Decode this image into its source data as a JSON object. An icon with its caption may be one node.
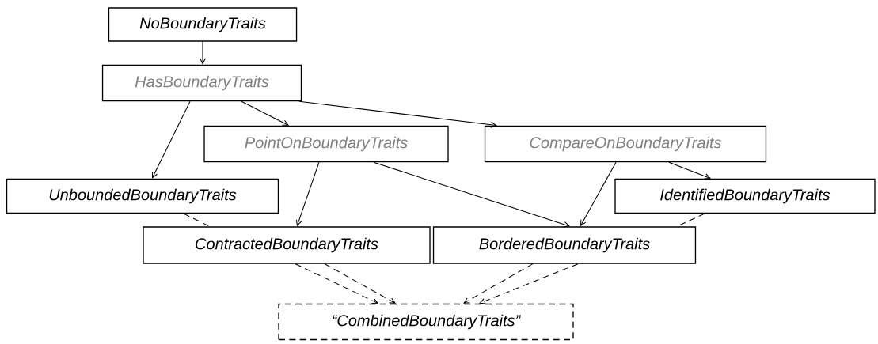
{
  "diagram": {
    "nodes": [
      {
        "text": [
          "NoBoundaryTraits"
        ]
      },
      {
        "text": [
          "HasBoundaryTraits"
        ]
      },
      {
        "text": [
          "PointOnBoundaryTraits"
        ]
      },
      {
        "text": [
          "CompareOnBoundaryTraits"
        ]
      },
      {
        "text": [
          "UnboundedBoundaryTraits"
        ]
      },
      {
        "text": [
          "IdentifiedBoundaryTraits"
        ]
      },
      {
        "text": [
          "ContractedBoundaryTraits"
        ]
      },
      {
        "text": [
          "BorderedBoundaryTraits"
        ]
      },
      {
        "text": [
          "“CombinedBoundaryTraits”"
        ]
      }
    ],
    "edges": [
      {
        "from": 0,
        "to": 1,
        "arrow": "to"
      },
      {
        "from": 1,
        "to": 4,
        "arrow": "to"
      },
      {
        "from": 1,
        "to": 2,
        "arrow": "to"
      },
      {
        "from": 1,
        "to": 3,
        "arrow": "to"
      },
      {
        "from": 2,
        "to": 6,
        "arrow": "to"
      },
      {
        "from": 2,
        "to": 7,
        "arrow": "to"
      },
      {
        "from": 3,
        "to": 7,
        "arrow": "to"
      },
      {
        "from": 3,
        "to": 5,
        "arrow": "to"
      },
      {
        "from": 4,
        "to": 6,
        "arrow": "none",
        "style": "dashed"
      },
      {
        "from": 6,
        "to": 8,
        "arrow": "to",
        "style": "dashed"
      },
      {
        "from": 6,
        "to": 8,
        "arrow": "to",
        "style": "dashed"
      },
      {
        "from": 5,
        "to": 7,
        "arrow": "none",
        "style": "dashed"
      },
      {
        "from": 7,
        "to": 8,
        "arrow": "to",
        "style": "dashed"
      },
      {
        "from": 7,
        "to": 8,
        "arrow": "to",
        "style": "dashed"
      }
    ]
  }
}
